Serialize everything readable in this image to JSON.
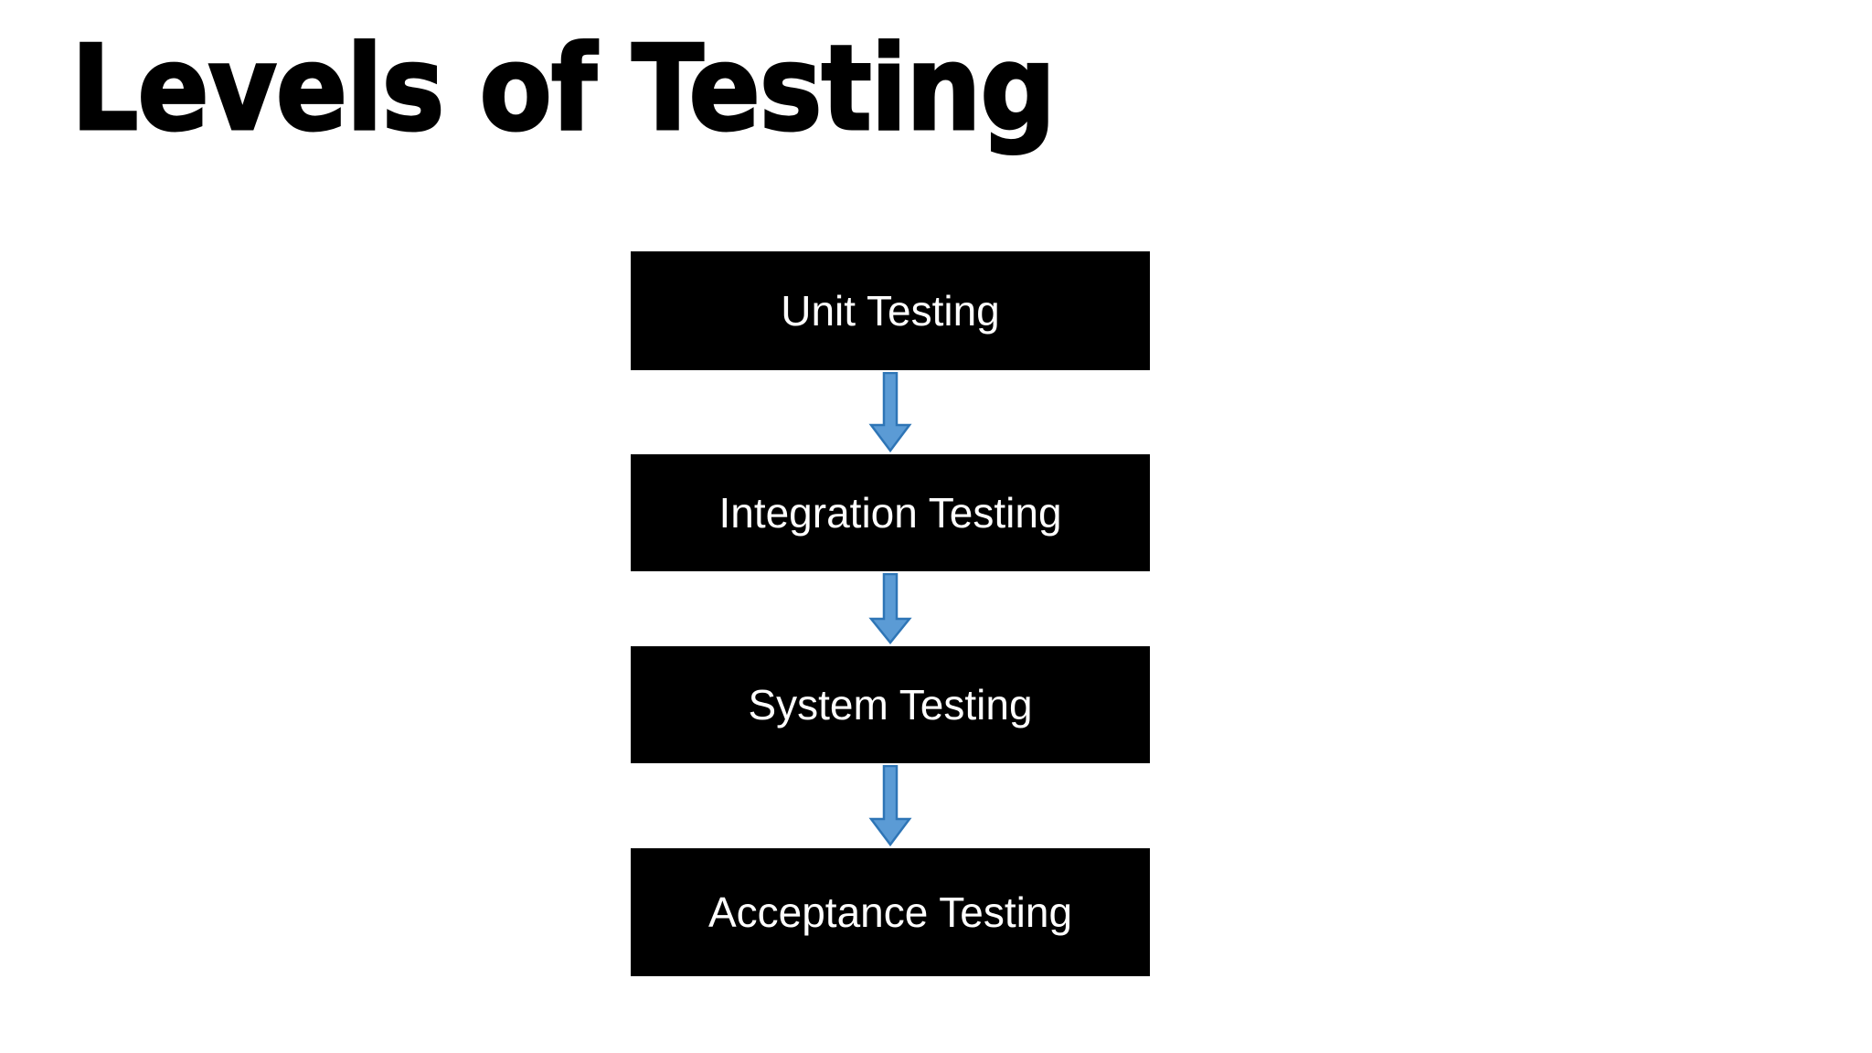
{
  "slide": {
    "title": "Levels of Testing",
    "background_color": "#FFFFFF",
    "title_color": "#000000"
  },
  "diagram": {
    "type": "vertical-flowchart",
    "box_fill_color": "#000000",
    "box_text_color": "#FFFFFF",
    "arrow_fill_color": "#5B9BD5",
    "arrow_outline_color": "#2E75B6",
    "steps": [
      {
        "label": "Unit Testing"
      },
      {
        "label": "Integration Testing"
      },
      {
        "label": "System Testing"
      },
      {
        "label": "Acceptance Testing"
      }
    ],
    "connectors": [
      {
        "name": "arrow-unit-to-integration",
        "direction": "down"
      },
      {
        "name": "arrow-integration-to-system",
        "direction": "down"
      },
      {
        "name": "arrow-system-to-acceptance",
        "direction": "down"
      }
    ]
  }
}
